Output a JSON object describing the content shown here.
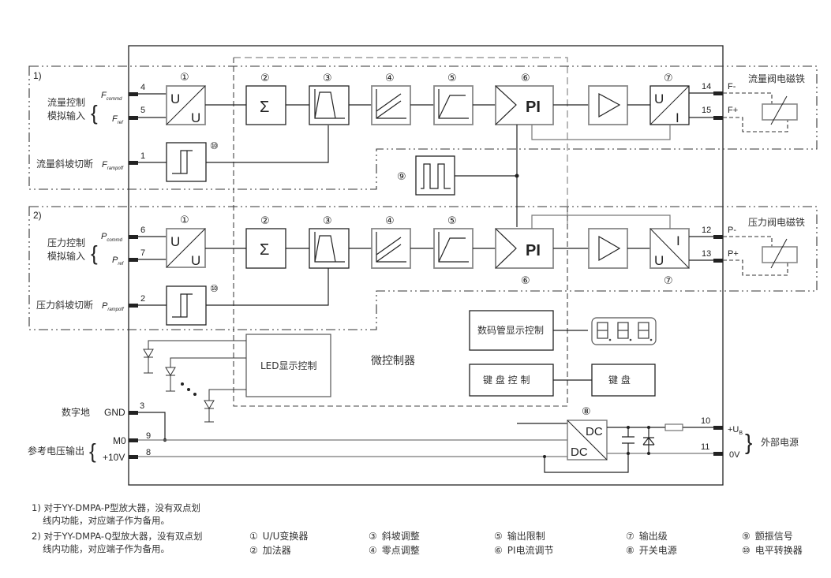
{
  "frames": {
    "flow_note": "1)",
    "pressure_note": "2)"
  },
  "channel1": {
    "input_label_line1": "流量控制",
    "input_label_line2": "模拟输入",
    "cmd_signal": "F",
    "cmd_sub": "commd",
    "ref_signal": "F",
    "ref_sub": "ref",
    "ramp_label": "流量斜坡切断",
    "ramp_signal": "F",
    "ramp_sub": "rampoff",
    "pin_cmd": "4",
    "pin_ref": "5",
    "pin_ramp": "1",
    "out_pin_neg": "14",
    "out_pin_pos": "15",
    "out_neg_label": "F-",
    "out_pos_label": "F+",
    "solenoid_label": "流量阀电磁铁",
    "uu_top": "U",
    "uu_bottom": "U",
    "sum_symbol": "Σ",
    "pi_label": "PI",
    "ui_top": "U",
    "ui_bottom": "I"
  },
  "channel2": {
    "input_label_line1": "压力控制",
    "input_label_line2": "模拟输入",
    "cmd_signal": "P",
    "cmd_sub": "commd",
    "ref_signal": "P",
    "ref_sub": "ref",
    "ramp_label": "压力斜坡切断",
    "ramp_signal": "P",
    "ramp_sub": "rampoff",
    "pin_cmd": "6",
    "pin_ref": "7",
    "pin_ramp": "2",
    "out_pin_neg": "12",
    "out_pin_pos": "13",
    "out_neg_label": "P-",
    "out_pos_label": "P+",
    "solenoid_label": "压力阀电磁铁",
    "uu_top": "U",
    "uu_bottom": "U",
    "sum_symbol": "Σ",
    "pi_label": "PI",
    "ui_top": "I",
    "ui_bottom": "U"
  },
  "markers": {
    "m1": "①",
    "m2": "②",
    "m3": "③",
    "m4": "④",
    "m5": "⑤",
    "m6": "⑥",
    "m7": "⑦",
    "m8": "⑧",
    "m9": "⑨",
    "m10": "⑩"
  },
  "micro": {
    "title": "微控制器",
    "led_ctrl": "LED显示控制",
    "seg_ctrl": "数码管显示控制",
    "kbd_ctrl": "键 盘 控 制",
    "keyboard": "键   盘"
  },
  "bottom_io": {
    "gnd_label": "数字地",
    "gnd_signal": "GND",
    "gnd_pin": "3",
    "ref_out_label": "参考电压输出",
    "m0_signal": "M0",
    "m0_pin": "9",
    "v10_signal": "+10V",
    "v10_pin": "8"
  },
  "power": {
    "dc_top": "DC",
    "dc_bottom": "DC",
    "pin_ub": "10",
    "pin_0v": "11",
    "ub_label": "+U",
    "ub_sub": "B",
    "ov_label": "0V",
    "ext_label": "外部电源"
  },
  "notes": {
    "n1_line1": "1) 对于YY-DMPA-P型放大器，没有双点划",
    "n1_line2": "线内功能，对应端子作为备用。",
    "n2_line1": "2) 对于YY-DMPA-Q型放大器，没有双点划",
    "n2_line2": "线内功能，对应端子作为备用。"
  },
  "legend": [
    {
      "num": "①",
      "text": "U/U变换器"
    },
    {
      "num": "②",
      "text": "加法器"
    },
    {
      "num": "③",
      "text": "斜坡调整"
    },
    {
      "num": "④",
      "text": "零点调整"
    },
    {
      "num": "⑤",
      "text": "输出限制"
    },
    {
      "num": "⑥",
      "text": "PI电流调节"
    },
    {
      "num": "⑦",
      "text": "输出级"
    },
    {
      "num": "⑧",
      "text": "开关电源"
    },
    {
      "num": "⑨",
      "text": "颤振信号"
    },
    {
      "num": "⑩",
      "text": "电平转换器"
    }
  ]
}
